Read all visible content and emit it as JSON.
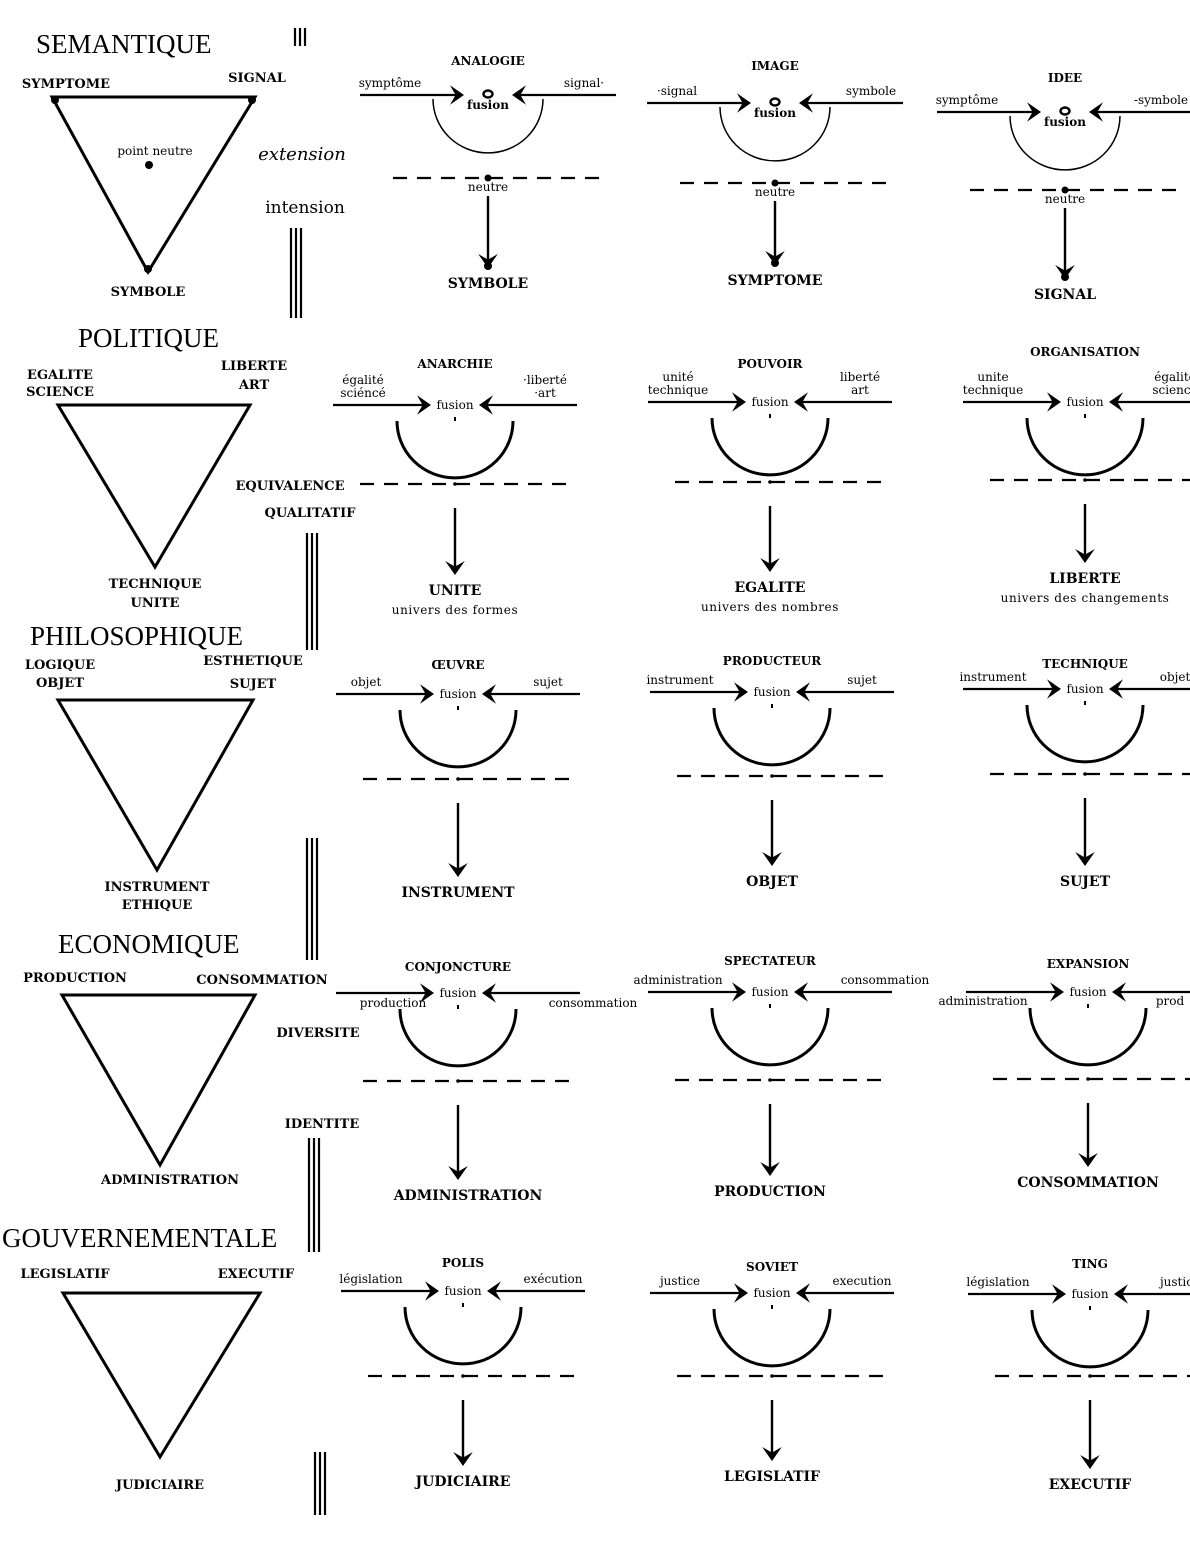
{
  "sections": [
    {
      "title": "SEMANTIQUE",
      "triangle": {
        "top_left": [
          "SYMPTOME"
        ],
        "top_right": [
          "SIGNAL"
        ],
        "bottom": [
          "SYMBOLE"
        ],
        "center_label": "point neutre",
        "has_center_point": true
      },
      "side_labels": [
        {
          "text": "extension",
          "style": "italic"
        },
        {
          "text": "intension",
          "style": "plain"
        }
      ],
      "columns": [
        {
          "title": "ANALOGIE",
          "left": [
            "symptôme"
          ],
          "right": [
            "signal·"
          ],
          "center": "fusion",
          "neutral": "neutre",
          "result": "SYMBOLE",
          "sub": ""
        },
        {
          "title": "IMAGE",
          "left": [
            "·signal"
          ],
          "right": [
            "symbole"
          ],
          "center": "fusion",
          "neutral": "neutre",
          "result": "SYMPTOME",
          "sub": ""
        },
        {
          "title": "IDEE",
          "left": [
            "symptôme"
          ],
          "right": [
            "-symbole"
          ],
          "center": "fusion",
          "neutral": "neutre",
          "result": "SIGNAL",
          "sub": ""
        }
      ]
    },
    {
      "title": "POLITIQUE",
      "triangle": {
        "top_left": [
          "EGALITE",
          "SCIENCE"
        ],
        "top_right": [
          "LIBERTE",
          "ART"
        ],
        "bottom": [
          "TECHNIQUE",
          "UNITE"
        ],
        "center_label": "",
        "has_center_point": false
      },
      "side_labels": [
        {
          "text": "EQUIVALENCE",
          "style": "caps"
        },
        {
          "text": "QUALITATIF",
          "style": "caps"
        }
      ],
      "columns": [
        {
          "title": "ANARCHIE",
          "left": [
            "égalité",
            "sciéncé"
          ],
          "right": [
            "·liberté",
            "·art"
          ],
          "center": "fusion",
          "neutral": "",
          "result": "UNITE",
          "sub": "univers des formes"
        },
        {
          "title": "POUVOIR",
          "left": [
            "unité",
            "technique"
          ],
          "right": [
            "liberté",
            "art"
          ],
          "center": "fusion",
          "neutral": "",
          "result": "EGALITE",
          "sub": "univers des nombres"
        },
        {
          "title": "ORGANISATION",
          "left": [
            "unite",
            "technique"
          ],
          "right": [
            "égalité",
            "science"
          ],
          "center": "fusion",
          "neutral": "",
          "result": "LIBERTE",
          "sub": "univers des changements"
        }
      ]
    },
    {
      "title": "PHILOSOPHIQUE",
      "triangle": {
        "top_left": [
          "LOGIQUE",
          "OBJET"
        ],
        "top_right": [
          "ESTHETIQUE",
          "SUJET"
        ],
        "bottom": [
          "INSTRUMENT",
          "ETHIQUE"
        ],
        "center_label": "",
        "has_center_point": false
      },
      "side_labels": [],
      "columns": [
        {
          "title": "ŒUVRE",
          "left": [
            "objet"
          ],
          "right": [
            "sujet"
          ],
          "center": "fusion",
          "neutral": "",
          "result": "INSTRUMENT",
          "sub": ""
        },
        {
          "title": "PRODUCTEUR",
          "left": [
            "instrument"
          ],
          "right": [
            "sujet"
          ],
          "center": "fusion",
          "neutral": "",
          "result": "OBJET",
          "sub": ""
        },
        {
          "title": "TECHNIQUE",
          "left": [
            "instrument"
          ],
          "right": [
            "objet"
          ],
          "center": "fusion",
          "neutral": "",
          "result": "SUJET",
          "sub": ""
        }
      ]
    },
    {
      "title": "ECONOMIQUE",
      "triangle": {
        "top_left": [
          "PRODUCTION"
        ],
        "top_right": [
          "CONSOMMATION"
        ],
        "bottom": [
          "ADMINISTRATION"
        ],
        "center_label": "",
        "has_center_point": false
      },
      "side_labels": [
        {
          "text": "DIVERSITE",
          "style": "caps"
        },
        {
          "text": "IDENTITE",
          "style": "caps"
        }
      ],
      "columns": [
        {
          "title": "CONJONCTURE",
          "left": [
            "production"
          ],
          "right": [
            "consommation"
          ],
          "center": "fusion",
          "neutral": "",
          "result": "ADMINISTRATION",
          "sub": ""
        },
        {
          "title": "SPECTATEUR",
          "left": [
            "administration"
          ],
          "right": [
            "consommation"
          ],
          "center": "fusion",
          "neutral": "",
          "result": "PRODUCTION",
          "sub": ""
        },
        {
          "title": "EXPANSION",
          "left": [
            "administration"
          ],
          "right": [
            "prod"
          ],
          "center": "fusion",
          "neutral": "",
          "result": "CONSOMMATION",
          "sub": ""
        }
      ]
    },
    {
      "title": "GOUVERNEMENTALE",
      "triangle": {
        "top_left": [
          "LEGISLATIF"
        ],
        "top_right": [
          "EXECUTIF"
        ],
        "bottom": [
          "JUDICIAIRE"
        ],
        "center_label": "",
        "has_center_point": false
      },
      "side_labels": [],
      "columns": [
        {
          "title": "POLIS",
          "left": [
            "législation"
          ],
          "right": [
            "exécution"
          ],
          "center": "fusion",
          "neutral": "",
          "result": "JUDICIAIRE",
          "sub": ""
        },
        {
          "title": "SOVIET",
          "left": [
            "justice"
          ],
          "right": [
            "execution"
          ],
          "center": "fusion",
          "neutral": "",
          "result": "LEGISLATIF",
          "sub": ""
        },
        {
          "title": "TING",
          "left": [
            "législation"
          ],
          "right": [
            "justice"
          ],
          "center": "fusion",
          "neutral": "",
          "result": "EXECUTIF",
          "sub": ""
        }
      ]
    }
  ],
  "colors": {
    "ink": "#000000",
    "paper": "#ffffff"
  }
}
